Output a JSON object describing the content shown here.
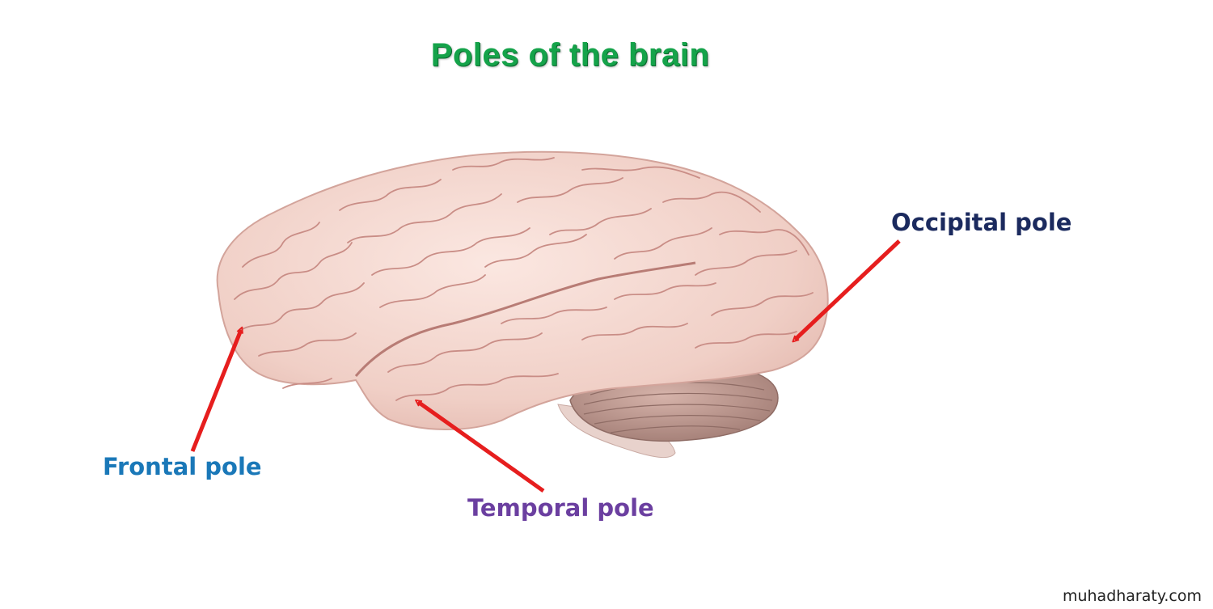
{
  "title": "Poles of the brain",
  "labels": {
    "occipital": "Occipital pole",
    "frontal": "Frontal pole",
    "temporal": "Temporal pole"
  },
  "watermark": "muhadharaty.com",
  "colors": {
    "title": "#15a34a",
    "occipital": "#1b2a5e",
    "frontal": "#1a78b8",
    "temporal": "#6b3fa0",
    "arrow": "#e61e1e",
    "brain": "#f2d4cc",
    "gyri_lines": "#c98d86",
    "cerebellum": "#b58e86"
  },
  "icons": {
    "brain": "brain-lateral-view-illustration",
    "arrow": "red-arrow"
  }
}
